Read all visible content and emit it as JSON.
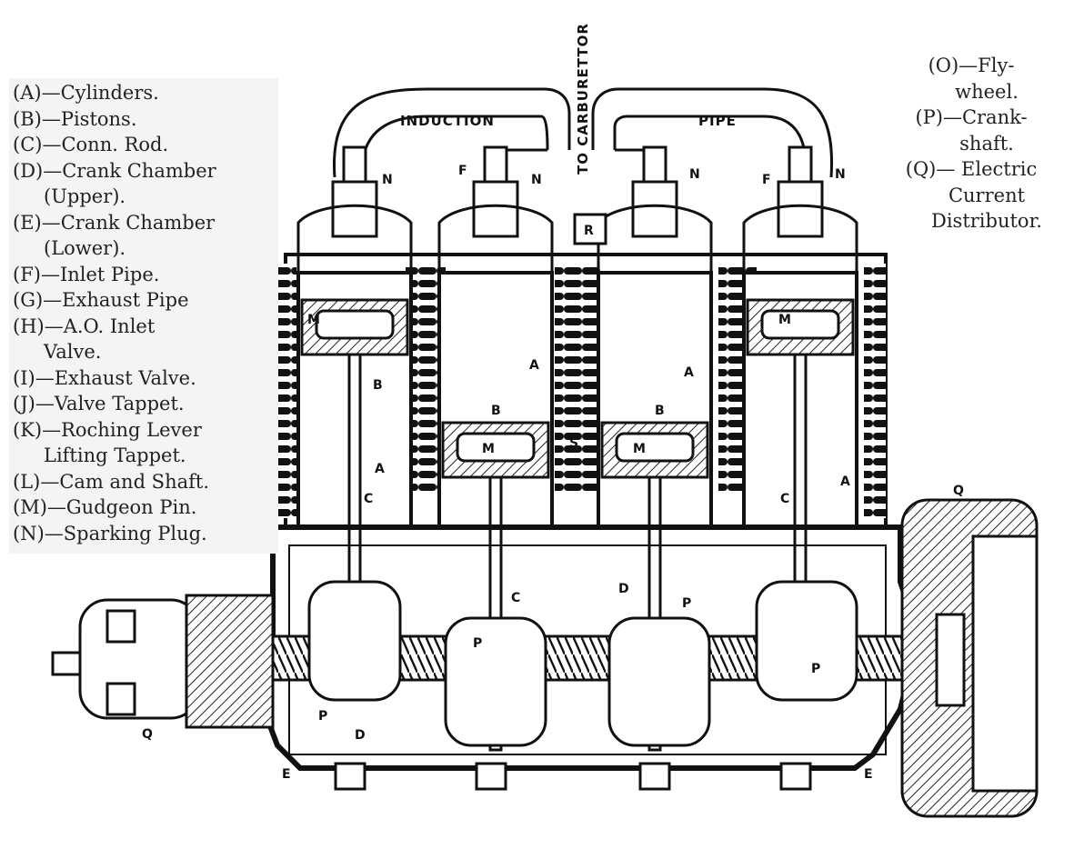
{
  "legend_left": [
    {
      "key": "(A)",
      "text": "—Cylinders."
    },
    {
      "key": "(B)",
      "text": "—Pistons."
    },
    {
      "key": "(C)",
      "text": "—Conn. Rod."
    },
    {
      "key": "(D)",
      "text": "—Crank Chamber",
      "cont": "(Upper)."
    },
    {
      "key": "(E)",
      "text": "—Crank Chamber",
      "cont": "(Lower)."
    },
    {
      "key": "(F)",
      "text": "—Inlet Pipe."
    },
    {
      "key": "(G)",
      "text": "—Exhaust Pipe"
    },
    {
      "key": "(H)",
      "text": "—A.O. Inlet",
      "cont": "Valve."
    },
    {
      "key": "(I)",
      "text": "—Exhaust Valve."
    },
    {
      "key": "(J)",
      "text": "—Valve Tappet."
    },
    {
      "key": "(K)",
      "text": "—Roching Lever",
      "cont": "Lifting Tappet."
    },
    {
      "key": "(L)",
      "text": "—Cam and Shaft."
    },
    {
      "key": "(M)",
      "text": "—Gudgeon Pin."
    },
    {
      "key": "(N)",
      "text": "—Sparking Plug."
    }
  ],
  "legend_right": [
    {
      "key": "(O)",
      "text": "—Fly-",
      "cont": "wheel."
    },
    {
      "key": "(P)",
      "text": "—Crank-",
      "cont": "shaft."
    },
    {
      "key": "(Q)",
      "text": "— Electric",
      "cont": "Current",
      "cont2": "Distributor."
    }
  ],
  "pipe_labels": {
    "induction": "INDUCTION",
    "pipe": "PIPE",
    "to_carburettor": "TO CARBURETTOR"
  },
  "part_labels": {
    "A": "A",
    "B": "B",
    "C": "C",
    "D": "D",
    "E": "E",
    "F": "F",
    "M": "M",
    "N": "N",
    "P": "P",
    "Q": "Q",
    "R": "R",
    "S": "S"
  },
  "colors": {
    "ink": "#111111",
    "paper": "#ffffff",
    "legend_bg": "#f4f4f4"
  }
}
